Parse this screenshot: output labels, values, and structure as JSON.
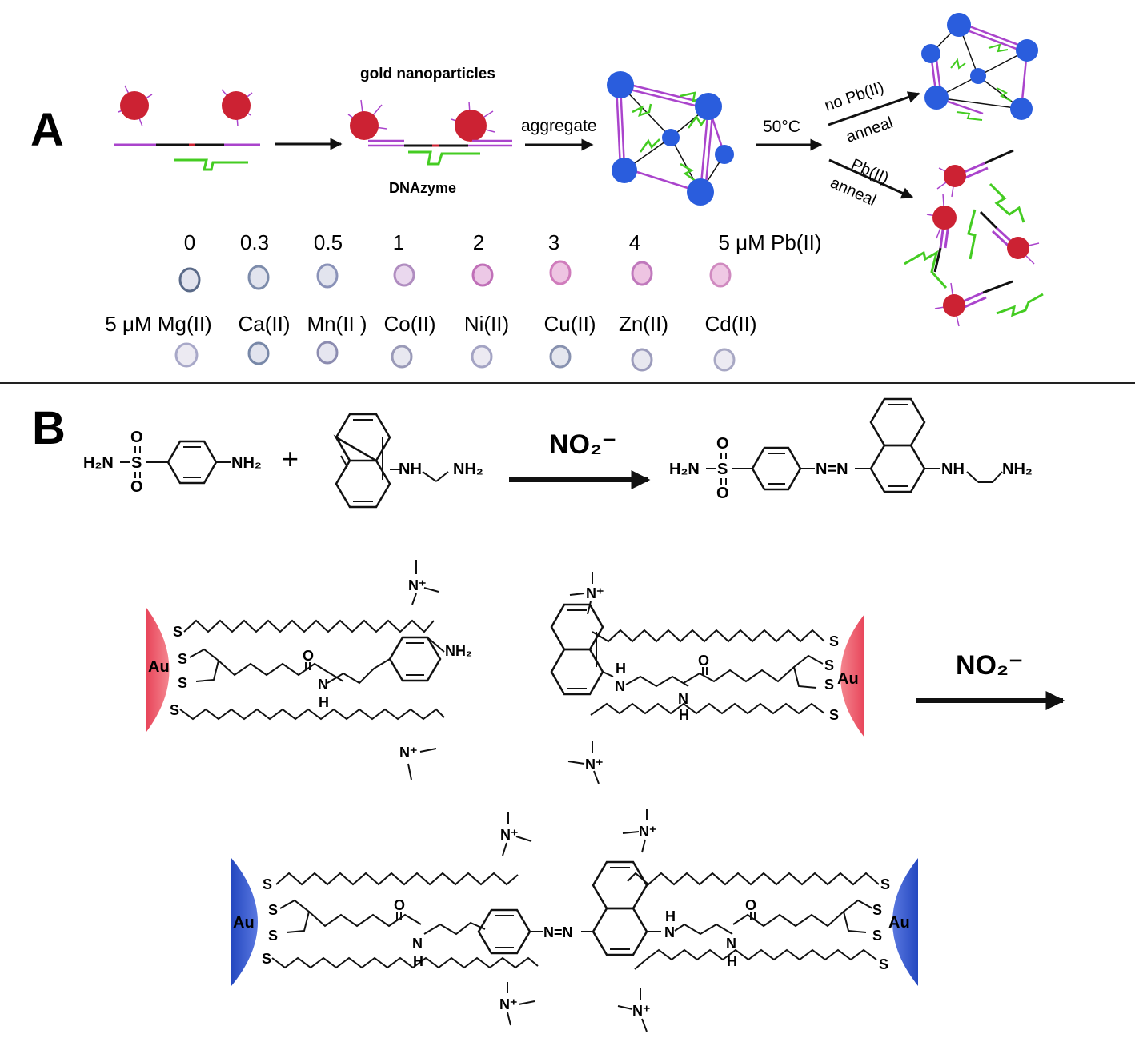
{
  "panel_a": {
    "label": "A",
    "nanoparticles_label": "gold nanoparticles",
    "dnazyme_label": "DNAzyme",
    "aggregate_label": "aggregate",
    "temperature_label": "50°C",
    "no_pb_label": "no Pb(II)",
    "pb_label": "Pb(II)",
    "anneal_label": "anneal",
    "pb_concentrations": [
      "0",
      "0.3",
      "0.5",
      "1",
      "2",
      "3",
      "4",
      "5 μM Pb(II)"
    ],
    "pb_spot_colors": [
      "#5a6a88",
      "#7d8cab",
      "#8a92b8",
      "#b08dc0",
      "#c070b8",
      "#d07cbc",
      "#c078bc",
      "#d08ac0"
    ],
    "metal_ions": [
      "5 μM Mg(II)",
      "Ca(II)",
      "Mn(II )",
      "Co(II)",
      "Ni(II)",
      "Cu(II)",
      "Zn(II)",
      "Cd(II)"
    ],
    "metal_spot_colors": [
      "#a8a8c8",
      "#7888a8",
      "#8c8cb0",
      "#9a9ab8",
      "#a4a4c4",
      "#8892b0",
      "#9c9cbc",
      "#a8a8c4"
    ],
    "colors": {
      "gold_np": "#cc2233",
      "aggregate_np": "#2a5ddd",
      "dna": "#aa44cc",
      "dnazyme": "#44cc22"
    }
  },
  "panel_b": {
    "label": "B",
    "reagent_arrow_label": "NO₂⁻",
    "plus_sign": "+",
    "gold_label": "Au",
    "sulfur_label": "S",
    "atoms": {
      "h2n": "H₂N",
      "nh2": "NH₂",
      "nh": "NH",
      "n_plus": "N⁺",
      "o": "O",
      "s": "S",
      "h": "H",
      "n": "N",
      "azo": "N=N"
    },
    "colors": {
      "gold_before": "#e84a56",
      "gold_after": "#3355cc"
    }
  }
}
